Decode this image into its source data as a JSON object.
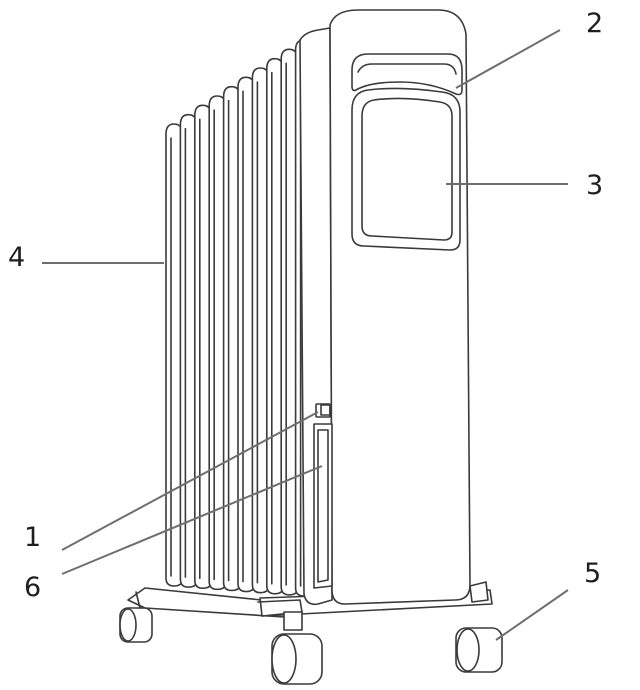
{
  "callouts": [
    {
      "id": "1",
      "label": "1"
    },
    {
      "id": "2",
      "label": "2"
    },
    {
      "id": "3",
      "label": "3"
    },
    {
      "id": "4",
      "label": "4"
    },
    {
      "id": "5",
      "label": "5"
    },
    {
      "id": "6",
      "label": "6"
    }
  ],
  "colors": {
    "line": "#3a3a3a",
    "leader": "#6e6e6e",
    "background": "#ffffff"
  }
}
